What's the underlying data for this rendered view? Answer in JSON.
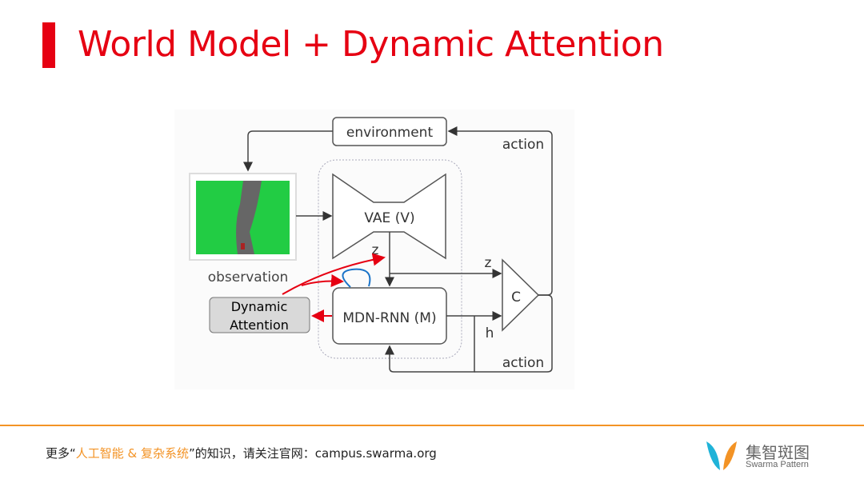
{
  "title": "World Model + Dynamic Attention",
  "diagram": {
    "environment": "environment",
    "observation": "observation",
    "vae": "VAE (V)",
    "z_top": "z",
    "z_right": "z",
    "controller": "C",
    "mdn_rnn": "MDN-RNN (M)",
    "h": "h",
    "action_top": "action",
    "action_bottom": "action",
    "dynamic_attention_line1": "Dynamic",
    "dynamic_attention_line2": "Attention"
  },
  "footer": {
    "prefix": "更多“",
    "highlight": "人工智能 & 复杂系统",
    "suffix": "”的知识，请关注官网：campus.swarma.org"
  },
  "logo": {
    "cn": "集智斑图",
    "en": "Swarma Pattern"
  },
  "colors": {
    "accent": "#e60012",
    "orange": "#f39325",
    "blue": "#1a73c8"
  }
}
